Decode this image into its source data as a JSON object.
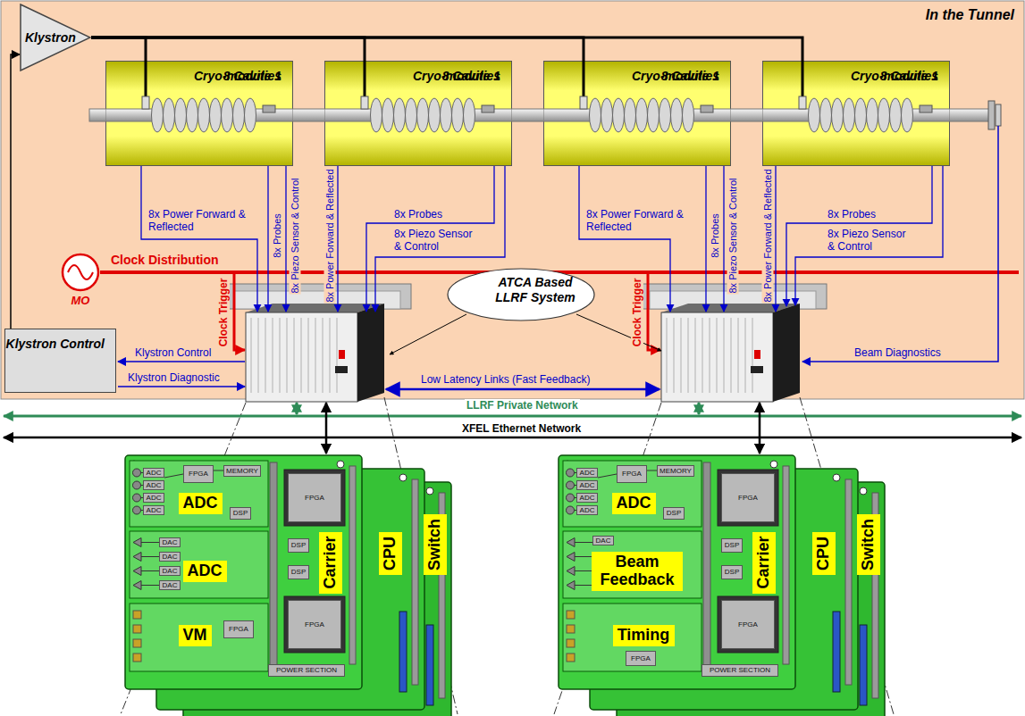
{
  "diagram": {
    "nodes": [
      {
        "text": [
          "In the Tunnel"
        ]
      },
      {
        "text": [
          "Klystron"
        ],
        "in": 0
      },
      {
        "text": [
          "Cryo-module 1",
          "8 Cavities"
        ],
        "in": 0
      },
      {
        "text": [
          "Cryo-module 1",
          "8 Cavities"
        ],
        "in": 0
      },
      {
        "text": [
          "Cryo-module 1",
          "8 Cavities"
        ],
        "in": 0
      },
      {
        "text": [
          "Cryo-module 1",
          "8 Cavities"
        ],
        "in": 0
      },
      {
        "text": [
          "MO"
        ],
        "in": 0
      },
      {
        "text": [
          "Klystron Control"
        ],
        "in": 0
      },
      {
        "text": [
          "ATCA Based LLRF System"
        ],
        "in": 0
      },
      {
        "text": [
          "ADC"
        ]
      },
      {
        "text": [
          "ADC"
        ]
      },
      {
        "text": [
          "VM"
        ]
      },
      {
        "text": [
          "Carrier"
        ]
      },
      {
        "text": [
          "CPU"
        ]
      },
      {
        "text": [
          "Switch"
        ]
      },
      {
        "text": [
          "ADC"
        ]
      },
      {
        "text": [
          "Beam Feedback"
        ]
      },
      {
        "text": [
          "Timing"
        ]
      },
      {
        "text": [
          "Carrier"
        ]
      },
      {
        "text": [
          "CPU"
        ]
      },
      {
        "text": [
          "Switch"
        ]
      }
    ],
    "edges": [
      {
        "from": 7,
        "to": 1,
        "arrow": "to"
      },
      {
        "from": 1,
        "to": 2,
        "arrow": "none"
      },
      {
        "from": 1,
        "to": 3,
        "arrow": "none"
      },
      {
        "from": 1,
        "to": 4,
        "arrow": "none"
      },
      {
        "from": 1,
        "to": 5,
        "arrow": "none"
      }
    ],
    "labels": [
      "8x Power Forward & Reflected",
      "8x Probes",
      "8x Piezo Sensor & Control",
      "8x Power Forward & Reflected",
      "8x Probes",
      "8x Piezo Sensor & Control",
      "8x Power Forward & Reflected",
      "8x Probes",
      "8x Piezo Sensor & Control",
      "8x Power Forward & Reflected",
      "8x Probes",
      "8x Piezo Sensor & Control",
      "Clock Distribution",
      "Clock Trigger",
      "Clock Trigger",
      "Klystron Control",
      "Klystron Diagnostic",
      "Low Latency Links (Fast Feedback)",
      "Beam Diagnostics",
      "LLRF Private Network",
      "XFEL Ethernet Network",
      "ADC",
      "ADC",
      "ADC",
      "ADC",
      "FPGA",
      "MEMORY",
      "DSP",
      "DAC",
      "DAC",
      "DAC",
      "DAC",
      "FPGA",
      "FPGA",
      "DSP",
      "DSP",
      "FPGA",
      "POWER SECTION",
      "ADC",
      "ADC",
      "ADC",
      "ADC",
      "FPGA",
      "MEMORY",
      "DSP",
      "DAC",
      "FPGA",
      "FPGA",
      "DSP",
      "DSP",
      "FPGA",
      "POWER SECTION"
    ]
  }
}
